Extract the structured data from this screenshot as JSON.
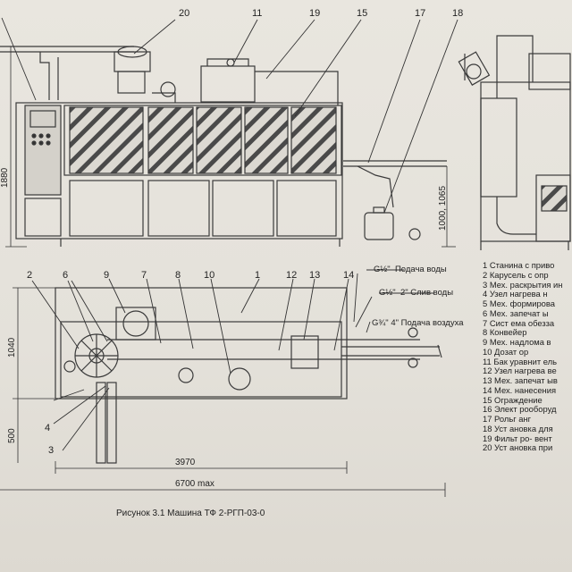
{
  "callouts_top": [
    "20",
    "11",
    "19",
    "15",
    "17",
    "18"
  ],
  "callouts_plan": [
    "2",
    "6",
    "9",
    "7",
    "8",
    "10",
    "1",
    "12",
    "13",
    "14"
  ],
  "callouts_left": [
    "4",
    "3"
  ],
  "dimensions": {
    "height_1880": "1880",
    "table_height": "1000, 1065",
    "width_1040": "1040",
    "side_500": "500",
    "length_3970": "3970",
    "length_6700": "6700 max"
  },
  "connections": [
    {
      "label": "G½\"  Подача воды"
    },
    {
      "label": "G½\"  2\" Слив воды"
    },
    {
      "label": "G¾\" 4\" Подача воздуха"
    }
  ],
  "legend": [
    "1 Станина с приво",
    "2 Карусель с опр",
    "3 Мех. раскрытия ин",
    "4 Узел нагрева н",
    "5 Мех. формирова",
    "6 Мех. запечат ы",
    "7 Сист ема обезза",
    "8 Конвейер",
    "9 Мех. надлома в",
    "10 Дозат ор",
    "11 Бак уравнит ель",
    "12 Узел нагрева ве",
    "13 Мех. запечат ыв",
    "14 Мех. нанесения",
    "15 Ограждение",
    "16 Элект рооборуд",
    "17 Рольг анг",
    "18 Уст ановка для",
    "19 Фильт ро- вент",
    "20 Уст ановка при"
  ],
  "caption": "Рисунок 3.1 Машина ТФ 2-РГП-03-0"
}
